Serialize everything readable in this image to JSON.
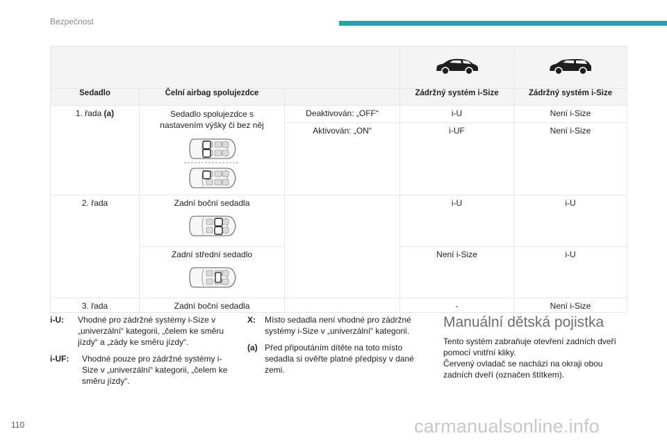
{
  "header": {
    "title": "Bezpečnost"
  },
  "page_number": "110",
  "watermark": "carmanualsonline.info",
  "table": {
    "headers": [
      "Sedadlo",
      "Čelní airbag spolujezdce",
      "Zádržný systém i-Size",
      "Zádržný systém i-Size"
    ],
    "car_icons": [
      "suv-car-icon",
      "wagon-car-icon"
    ],
    "rows": {
      "r1": {
        "row": "1. řada",
        "row_note": "(a)",
        "seat": "Sedadlo spolujezdce s nastavením výšky či bez něj",
        "sub": [
          {
            "airbag": "Deaktivován: „OFF“",
            "isize1": "i-U",
            "isize2": "Není i-Size"
          },
          {
            "airbag": "Aktivován: „ON“",
            "isize1": "i-UF",
            "isize2": "Není i-Size"
          }
        ]
      },
      "r2a": {
        "row": "2. řada",
        "seat": "Zadní boční sedadla",
        "isize1": "i-U",
        "isize2": "i-U"
      },
      "r2b": {
        "seat": "Zadní střední sedadlo",
        "isize1": "Není i-Size",
        "isize2": "i-U"
      },
      "r3": {
        "row": "3. řada",
        "seat": "Zadní boční sedadla",
        "isize1": "-",
        "isize2": "Není i-Size"
      }
    }
  },
  "legend": {
    "iu": {
      "key": "i-U:",
      "text": "Vhodné pro zádržné systémy i-Size v „univerzální“ kategorii, „čelem ke směru jízdy“ a „zády ke směru jízdy“."
    },
    "iuf": {
      "key": "i-UF:",
      "text": "Vhodné pouze pro zádržné systémy i-Size v „univerzální“ kategorii, „čelem ke směru jízdy“."
    },
    "x": {
      "key": "X:",
      "text": "Místo sedadla není vhodné pro zádržné systémy i-Size v „univerzální“ kategorii."
    },
    "a": {
      "key": "(a)",
      "text": "Před připoutáním dítěte na toto místo sedadla si ověřte platné předpisy v dané zemi."
    }
  },
  "section": {
    "title": "Manuální dětská pojistka",
    "p1": "Tento systém zabraňuje otevření zadních dveří pomocí vnitřní kliky.",
    "p2": "Červený ovladač se nachází na okraji obou zadních dveří (označen štítkem)."
  },
  "colors": {
    "accent": "#2aa0a8",
    "title_gray": "#6a6f73",
    "watermark": "#c8c8c8"
  }
}
